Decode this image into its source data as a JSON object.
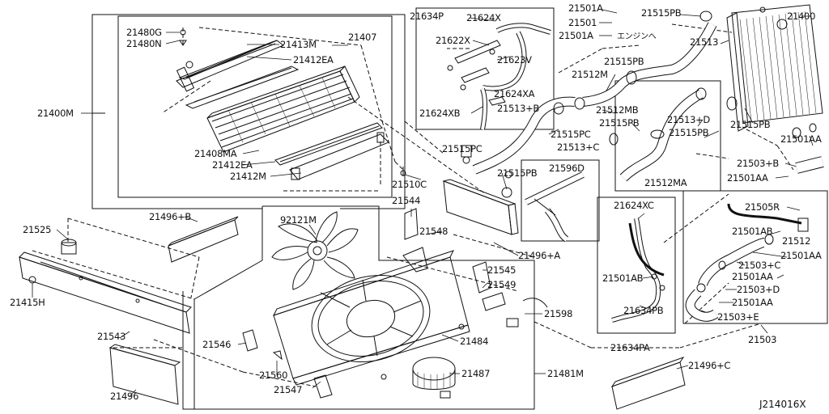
{
  "diagram": {
    "code": "J214016X",
    "labels": {
      "l21480G": "21480G",
      "l21480N": "21480N",
      "l21413M": "21413M",
      "l21407": "21407",
      "l21412EA_top": "21412EA",
      "l21400M": "21400M",
      "l21408MA": "21408MA",
      "l21412EA_bot": "21412EA",
      "l21412M": "21412M",
      "l21510C": "21510C",
      "l21634P": "21634P",
      "l21624X": "21624X",
      "l21622X": "21622X",
      "l21623V": "21623V",
      "l21624XA": "21624XA",
      "l21624XB": "21624XB",
      "l21515PC_left": "21515PC",
      "l21501A_top": "21501A",
      "l21501": "21501",
      "l21501A_mid": "21501A",
      "l21515PB_top": "21515PB",
      "engine": "エンジンへ",
      "l21513": "21513",
      "l21515PB_2": "21515PB",
      "l21512M": "21512M",
      "l21513B": "21513+B",
      "l21512MB": "21512MB",
      "l21513D": "21513+D",
      "l21515PB_3": "21515PB",
      "l21515PB_4": "21515PB",
      "l21515PC_mid": "21515PC",
      "l21513C": "21513+C",
      "l21515PB_5": "21515PB",
      "l21596D": "21596D",
      "l21512MA": "21512MA",
      "l21400": "21400",
      "l21515PB_right": "21515PB",
      "l21501AA_1": "21501AA",
      "l21503B": "21503+B",
      "l21501AA_2": "21501AA",
      "l21505R": "21505R",
      "l21501AB_r": "21501AB",
      "l21512": "21512",
      "l21501AA_3": "21501AA",
      "l21503C": "21503+C",
      "l21501AA_4": "21501AA",
      "l21503D": "21503+D",
      "l21501AA_5": "21501AA",
      "l21503E": "21503+E",
      "l21503": "21503",
      "l21624XC": "21624XC",
      "l21501AB_m": "21501AB",
      "l21634PB": "21634PB",
      "l21634PA": "21634PA",
      "l21544": "21544",
      "l92121M": "92121M",
      "l21548": "21548",
      "l21496A": "21496+A",
      "l21545": "21545",
      "l21549": "21549",
      "l21598": "21598",
      "l21484": "21484",
      "l21487": "21487",
      "l21481M": "21481M",
      "l21546": "21546",
      "l21560": "21560",
      "l21547": "21547",
      "l21496C": "21496+C",
      "l21525": "21525",
      "l21496B": "21496+B",
      "l21415H": "21415H",
      "l21543": "21543",
      "l21496": "21496"
    }
  }
}
